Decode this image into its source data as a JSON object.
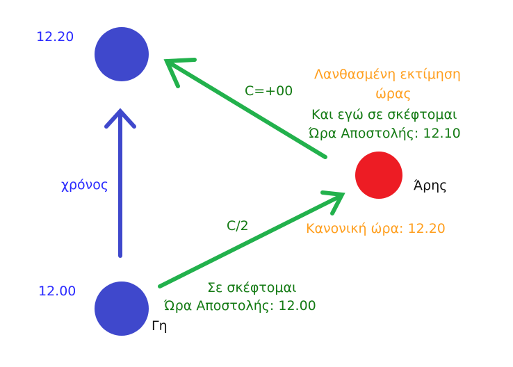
{
  "labels": {
    "time_top": "12.20",
    "time_bottom": "12.00",
    "time_axis": "χρόνος",
    "earth": "Γη",
    "mars": "Άρης",
    "arrow_return": "C=+00",
    "arrow_send": "C/2",
    "wrong_estimate_line1": "Λανθασμένη εκτίμηση",
    "wrong_estimate_line2": "ώρας",
    "reply_line1": "Και εγώ σε σκέφτομαι",
    "reply_line2": "Ώρα Αποστολής: 12.10",
    "normal_time": "Κανονική ώρα: 12.20",
    "send_line1": "Σε σκέφτομαι",
    "send_line2": "Ώρα Αποστολής: 12.00"
  },
  "colors": {
    "earth": "#3f48cc",
    "mars": "#ed1c24",
    "arrow": "#22b14c",
    "time_arrow": "#3f48cc"
  }
}
